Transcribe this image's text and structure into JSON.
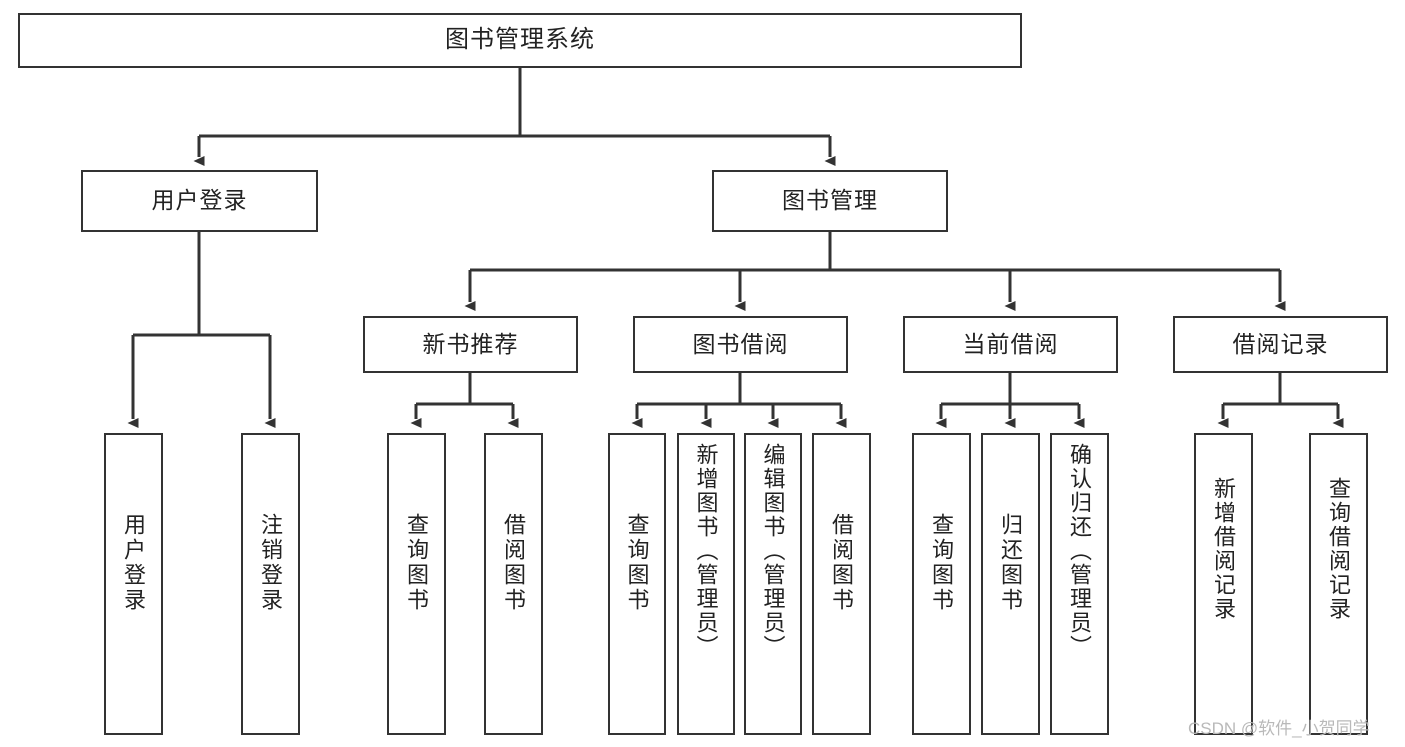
{
  "diagram": {
    "title": "图书管理系统",
    "type": "tree-hierarchy",
    "orientation": "top-down",
    "watermark": "CSDN @软件_小贺同学",
    "colors": {
      "background": "#ffffff",
      "node_border": "#333333",
      "node_fill": "#ffffff",
      "edge": "#333333",
      "text": "#222222",
      "watermark": "#b9b9b9"
    }
  },
  "nodes": {
    "root": {
      "id": "root",
      "label": "图书管理系统",
      "level": 1
    },
    "level2": [
      {
        "id": "user-login",
        "label": "用户登录",
        "level": 2
      },
      {
        "id": "book-manage",
        "label": "图书管理",
        "level": 2
      }
    ],
    "level3": [
      {
        "id": "new-book-recommend",
        "label": "新书推荐",
        "level": 3
      },
      {
        "id": "book-borrow",
        "label": "图书借阅",
        "level": 3
      },
      {
        "id": "current-borrow",
        "label": "当前借阅",
        "level": 3
      },
      {
        "id": "borrow-record",
        "label": "借阅记录",
        "level": 3
      }
    ],
    "leaves": [
      {
        "id": "leaf-user-login",
        "label": "用户登录",
        "parent": "user-login",
        "level": 4
      },
      {
        "id": "leaf-logout",
        "label": "注销登录",
        "parent": "user-login",
        "level": 4
      },
      {
        "id": "leaf-query-book-recommend",
        "label": "查询图书",
        "parent": "new-book-recommend",
        "level": 4
      },
      {
        "id": "leaf-borrow-book-recommend",
        "label": "借阅图书",
        "parent": "new-book-recommend",
        "level": 4
      },
      {
        "id": "leaf-query-book-borrow",
        "label": "查询图书",
        "parent": "book-borrow",
        "level": 4
      },
      {
        "id": "leaf-add-book",
        "label": "新增图书（管理员）",
        "parent": "book-borrow",
        "level": 4
      },
      {
        "id": "leaf-edit-book",
        "label": "编辑图书（管理员）",
        "parent": "book-borrow",
        "level": 4
      },
      {
        "id": "leaf-borrow-book",
        "label": "借阅图书",
        "parent": "book-borrow",
        "level": 4
      },
      {
        "id": "leaf-query-book-current",
        "label": "查询图书",
        "parent": "current-borrow",
        "level": 4
      },
      {
        "id": "leaf-return-book",
        "label": "归还图书",
        "parent": "current-borrow",
        "level": 4
      },
      {
        "id": "leaf-confirm-return",
        "label": "确认归还（管理员）",
        "parent": "current-borrow",
        "level": 4
      },
      {
        "id": "leaf-add-record",
        "label": "新增借阅记录",
        "parent": "borrow-record",
        "level": 4
      },
      {
        "id": "leaf-query-record",
        "label": "查询借阅记录",
        "parent": "borrow-record",
        "level": 4
      }
    ]
  }
}
